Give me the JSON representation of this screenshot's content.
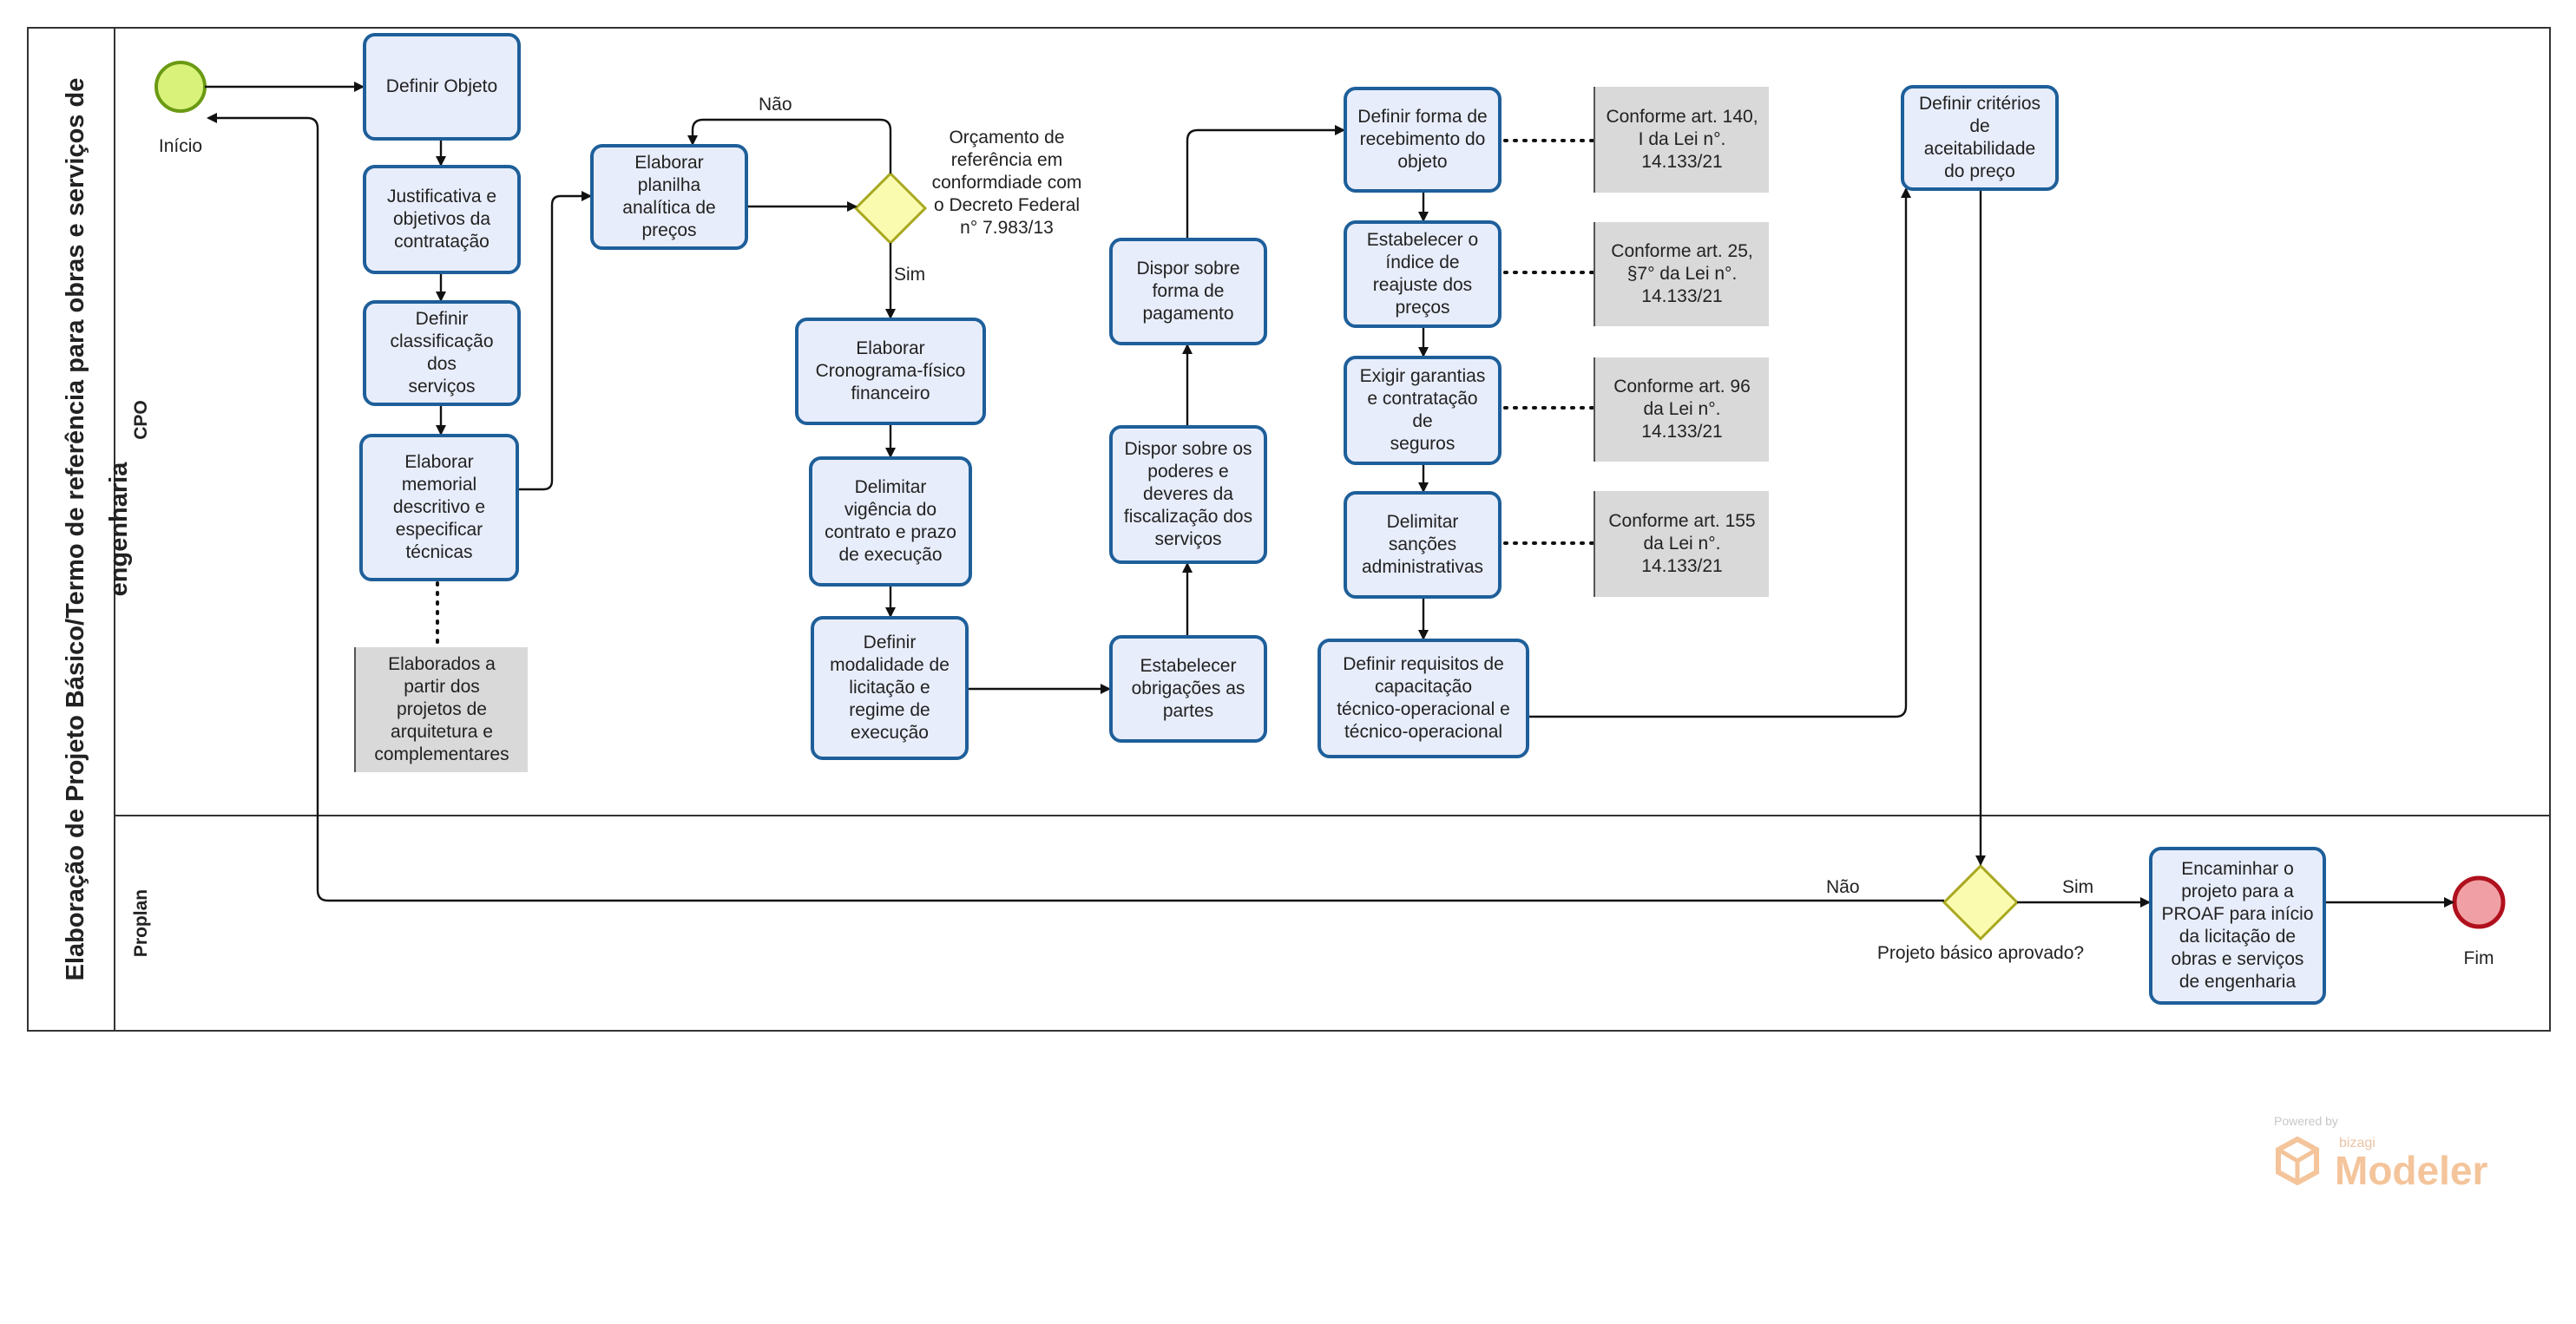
{
  "pool": {
    "title": "Elaboração de Projeto Básico/Termo de referência para obras e serviços de engenharia"
  },
  "lanes": {
    "cpo": "CPO",
    "proplan": "Proplan"
  },
  "events": {
    "start": "Início",
    "end": "Fim"
  },
  "tasks": {
    "definir_objeto": "Definir Objeto",
    "justificativa": "Justificativa e\nobjetivos da\ncontratação",
    "classificacao": "Definir\nclassificação dos\nserviços",
    "memorial": "Elaborar\nmemorial\ndescritivo e\nespecificar\ntécnicas",
    "planilha": "Elaborar planilha\nanalítica de\npreços",
    "cronograma": "Elaborar\nCronograma-físico\nfinanceiro",
    "vigencia": "Delimitar\nvigência do\ncontrato e prazo\nde execução",
    "modalidade": "Definir\nmodalidade de\nlicitação e\nregime de\nexecução",
    "obrigacoes": "Estabelecer\nobrigações as\npartes",
    "poderes": "Dispor sobre os\npoderes e\ndeveres da\nfiscalização dos\nserviços",
    "pagamento": "Dispor sobre\nforma de\npagamento",
    "recebimento": "Definir forma de\nrecebimento do\nobjeto",
    "reajuste": "Estabelecer o\níndice de\nreajuste dos\npreços",
    "garantias": "Exigir garantias\ne contratação de\nseguros",
    "sancoes": "Delimitar\nsanções\nadministrativas",
    "capacitacao": "Definir requisitos de\ncapacitação\ntécnico-operacional e\ntécnico-operacional",
    "criterios": "Definir critérios\nde\naceitabilidade\ndo preço",
    "encaminhar": "Encaminhar o\nprojeto para a\nPROAF para início\nda licitação de\nobras e serviços\nde engenharia"
  },
  "gateways": {
    "orcamento": "Orçamento de\nreferência em\nconformdiade com\no Decreto Federal\nn° 7.983/13",
    "aprovado": "Projeto básico aprovado?"
  },
  "flow_labels": {
    "nao_1": "Não",
    "sim_1": "Sim",
    "nao_2": "Não",
    "sim_2": "Sim"
  },
  "annotations": {
    "elaborados": "Elaborados a\npartir dos\nprojetos de\narquitetura e\ncomplementares",
    "art140": "Conforme art. 140,\nI da Lei n°.\n14.133/21",
    "art25": "Conforme art. 25,\n§7° da Lei n°.\n14.133/21",
    "art96": "Conforme art. 96\nda Lei n°.\n14.133/21",
    "art155": "Conforme art. 155\nda Lei n°.\n14.133/21"
  },
  "watermark": {
    "powered": "Powered by",
    "bizagi": "bizagi",
    "modeler": "Modeler"
  },
  "colors": {
    "task_fill": "#e8edfb",
    "task_border": "#1e5f9a",
    "start_fill": "#d9f27a",
    "start_border": "#6a9a12",
    "end_fill": "#f0a0a5",
    "end_border": "#b0101d",
    "gateway_fill": "#fbfbb0",
    "gateway_border": "#a8a820",
    "annotation_fill": "#d9d9d9"
  }
}
